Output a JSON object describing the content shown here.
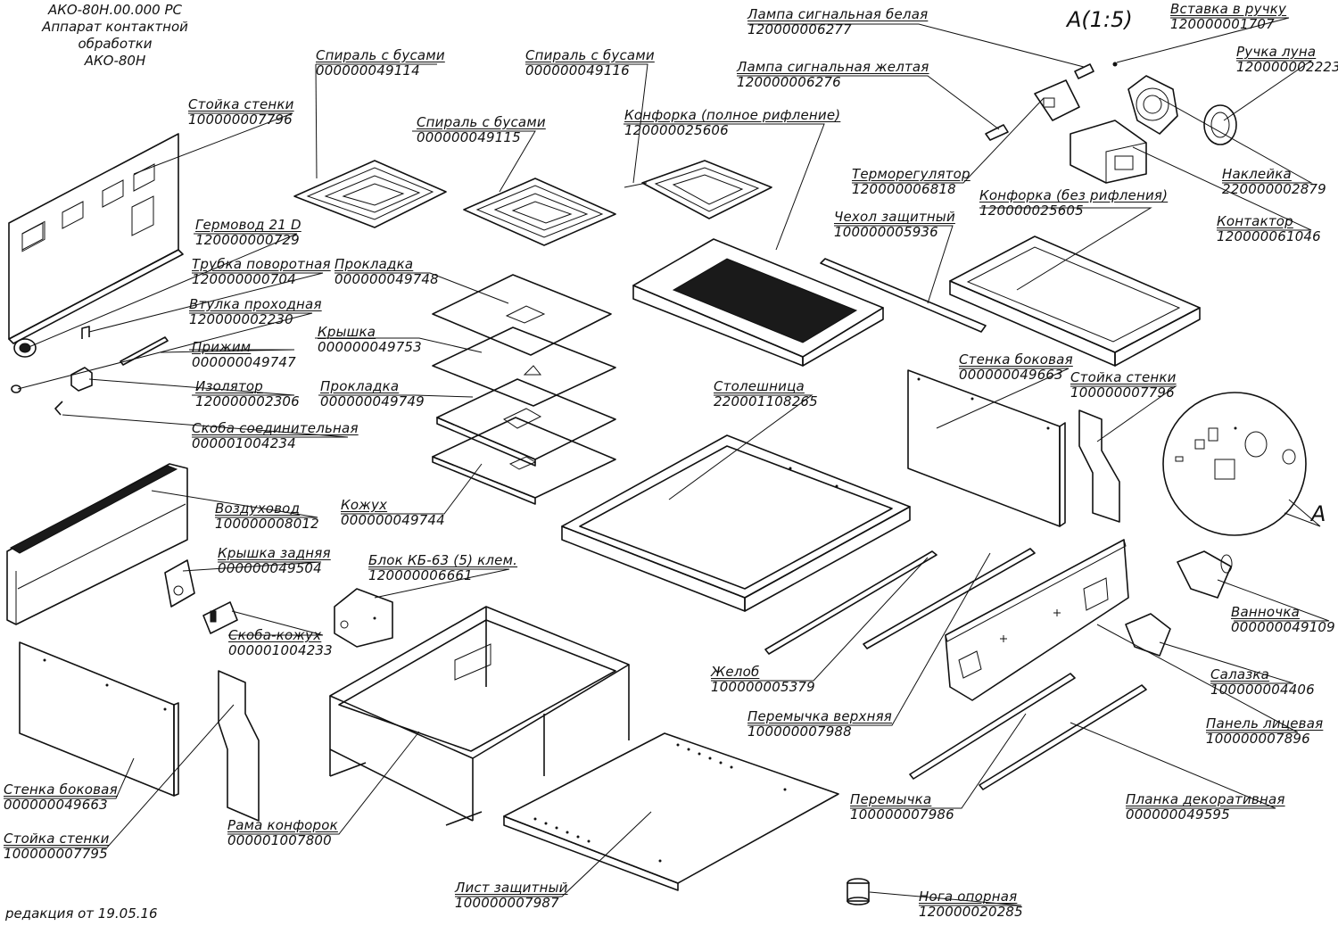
{
  "title_block": {
    "line1": "АКО-80Н.00.000 РС",
    "line2": "Аппарат контактной обработки",
    "line3": "АКО-80Н"
  },
  "revision": "редакция от 19.05.16",
  "view": {
    "title": "А(1:5)",
    "letter": "А"
  },
  "parts": [
    {
      "name": "Лампа сигнальная белая",
      "code": "120000006277"
    },
    {
      "name": "Вставка в ручку",
      "code": "120000001707"
    },
    {
      "name": "Ручка луна",
      "code": "120000002223"
    },
    {
      "name": "Лампа сигнальная желтая",
      "code": "120000006276"
    },
    {
      "name": "Спираль с бусами",
      "code": "000000049114"
    },
    {
      "name": "Спираль с бусами",
      "code": "000000049116"
    },
    {
      "name": "Спираль с бусами",
      "code": "000000049115"
    },
    {
      "name": "Стойка стенки",
      "code": "100000007796"
    },
    {
      "name": "Конфорка (полное рифление)",
      "code": "120000025606"
    },
    {
      "name": "Наклейка",
      "code": "220000002879"
    },
    {
      "name": "Терморегулятор",
      "code": "120000006818"
    },
    {
      "name": "Чехол защитный",
      "code": "100000005936"
    },
    {
      "name": "Конфорка (без рифления)",
      "code": "120000025605"
    },
    {
      "name": "Контактор",
      "code": "120000061046"
    },
    {
      "name": "Гермовод 21 D",
      "code": "120000000729"
    },
    {
      "name": "Трубка поворотная",
      "code": "120000000704"
    },
    {
      "name": "Прокладка",
      "code": "000000049748"
    },
    {
      "name": "Втулка проходная",
      "code": "120000002230"
    },
    {
      "name": "Прижим",
      "code": "000000049747"
    },
    {
      "name": "Крышка",
      "code": "000000049753"
    },
    {
      "name": "Изолятор",
      "code": "120000002306"
    },
    {
      "name": "Прокладка",
      "code": "000000049749"
    },
    {
      "name": "Скоба соединительная",
      "code": "000001004234"
    },
    {
      "name": "Стенка боковая",
      "code": "000000049663"
    },
    {
      "name": "Стойка стенки",
      "code": "100000007796"
    },
    {
      "name": "Столешница",
      "code": "220001108265"
    },
    {
      "name": "Воздуховод",
      "code": "100000008012"
    },
    {
      "name": "Кожух",
      "code": "000000049744"
    },
    {
      "name": "Крышка задняя",
      "code": "000000049504"
    },
    {
      "name": "Блок КБ-63 (5) клем.",
      "code": "120000006661"
    },
    {
      "name": "Скоба-кожух",
      "code": "000001004233"
    },
    {
      "name": "Ванночка",
      "code": "000000049109"
    },
    {
      "name": "Желоб",
      "code": "100000005379"
    },
    {
      "name": "Салазка",
      "code": "100000004406"
    },
    {
      "name": "Перемычка верхняя",
      "code": "100000007988"
    },
    {
      "name": "Панель лицевая",
      "code": "100000007896"
    },
    {
      "name": "Стенка боковая",
      "code": "000000049663"
    },
    {
      "name": "Перемычка",
      "code": "100000007986"
    },
    {
      "name": "Планка декоративная",
      "code": "000000049595"
    },
    {
      "name": "Стойка стенки",
      "code": "100000007795"
    },
    {
      "name": "Рама конфорок",
      "code": "000001007800"
    },
    {
      "name": "Лист защитный",
      "code": "100000007987"
    },
    {
      "name": "Нога опорная",
      "code": "120000020285"
    }
  ]
}
